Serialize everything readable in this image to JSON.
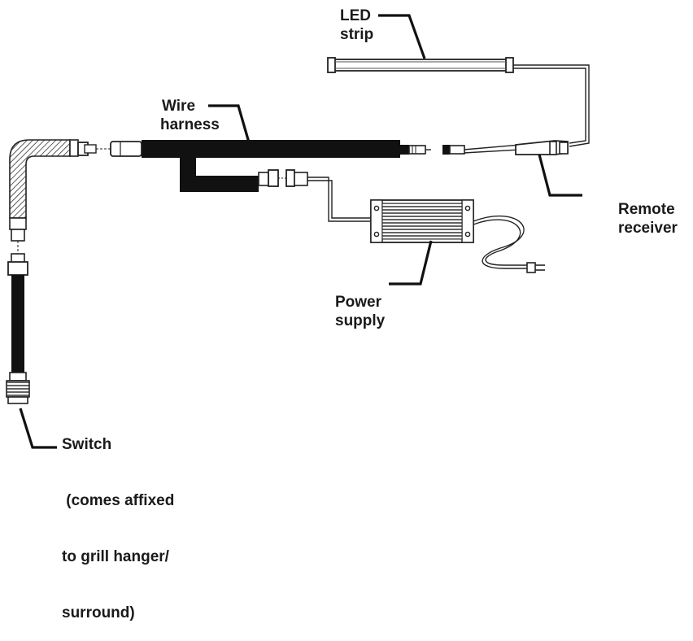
{
  "labels": {
    "led_strip": {
      "line1": "LED",
      "line2": "strip"
    },
    "wire_harness": {
      "line1": "Wire",
      "line2": "harness"
    },
    "remote_receiver": {
      "line1": "Remote",
      "line2": "receiver"
    },
    "power_supply": {
      "line1": "Power",
      "line2": "supply"
    },
    "switch": {
      "line1": "Switch",
      "line2": " (comes affixed",
      "line3": "to grill hanger/",
      "line4": "surround)"
    }
  },
  "colors": {
    "ink": "#1a1a1a",
    "fill_dark": "#111111",
    "paper": "#ffffff"
  }
}
